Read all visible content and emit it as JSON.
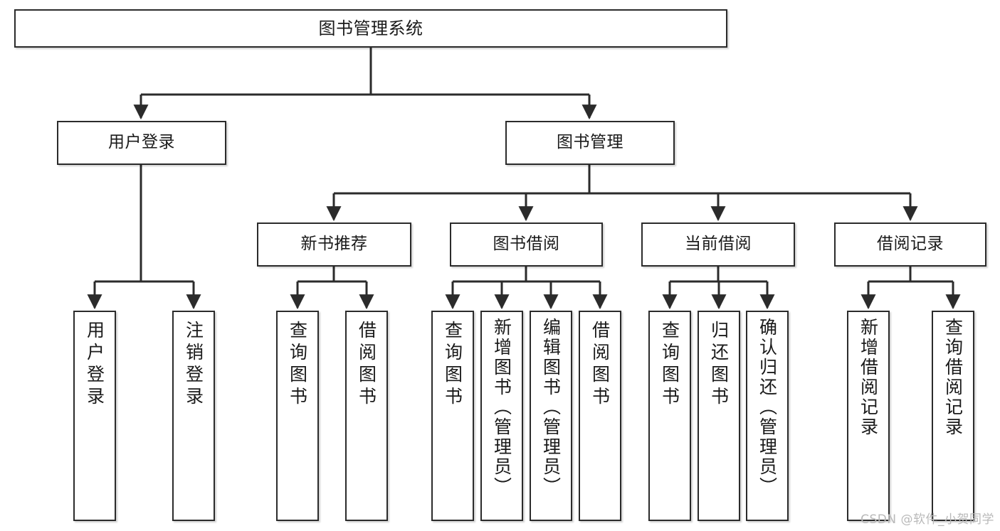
{
  "diagram": {
    "type": "tree",
    "title": "图书管理系统",
    "watermark": "CSDN @软件_小贺同学",
    "colors": {
      "box_border": "#2b2b2b",
      "box_fill": "#ffffff",
      "connector": "#2b2b2b",
      "text": "#1a1a1a",
      "watermark": "#b9b9b9"
    },
    "levels": {
      "level0": [
        {
          "id": "root",
          "label": "图书管理系统"
        }
      ],
      "level1": [
        {
          "id": "user-login",
          "label": "用户登录",
          "parent": "root"
        },
        {
          "id": "book-manage",
          "label": "图书管理",
          "parent": "root"
        }
      ],
      "level2": [
        {
          "id": "new-book-recommend",
          "label": "新书推荐",
          "parent": "book-manage"
        },
        {
          "id": "book-borrow",
          "label": "图书借阅",
          "parent": "book-manage"
        },
        {
          "id": "current-borrow",
          "label": "当前借阅",
          "parent": "book-manage"
        },
        {
          "id": "borrow-record",
          "label": "借阅记录",
          "parent": "book-manage"
        }
      ],
      "level3": [
        {
          "id": "leaf-user-login",
          "label": "用户登录",
          "parent": "user-login"
        },
        {
          "id": "leaf-logout",
          "label": "注销登录",
          "parent": "user-login"
        },
        {
          "id": "leaf-query-book-1",
          "label": "查询图书",
          "parent": "new-book-recommend"
        },
        {
          "id": "leaf-borrow-book-1",
          "label": "借阅图书",
          "parent": "new-book-recommend"
        },
        {
          "id": "leaf-query-book-2",
          "label": "查询图书",
          "parent": "book-borrow"
        },
        {
          "id": "leaf-add-book",
          "label": "新增图书（管理员）",
          "parent": "book-borrow"
        },
        {
          "id": "leaf-edit-book",
          "label": "编辑图书（管理员）",
          "parent": "book-borrow"
        },
        {
          "id": "leaf-borrow-book-2",
          "label": "借阅图书",
          "parent": "book-borrow"
        },
        {
          "id": "leaf-query-book-3",
          "label": "查询图书",
          "parent": "current-borrow"
        },
        {
          "id": "leaf-return-book",
          "label": "归还图书",
          "parent": "current-borrow"
        },
        {
          "id": "leaf-confirm-return",
          "label": "确认归还（管理员）",
          "parent": "current-borrow"
        },
        {
          "id": "leaf-add-record",
          "label": "新增借阅记录",
          "parent": "borrow-record"
        },
        {
          "id": "leaf-query-record",
          "label": "查询借阅记录",
          "parent": "borrow-record"
        }
      ]
    }
  }
}
